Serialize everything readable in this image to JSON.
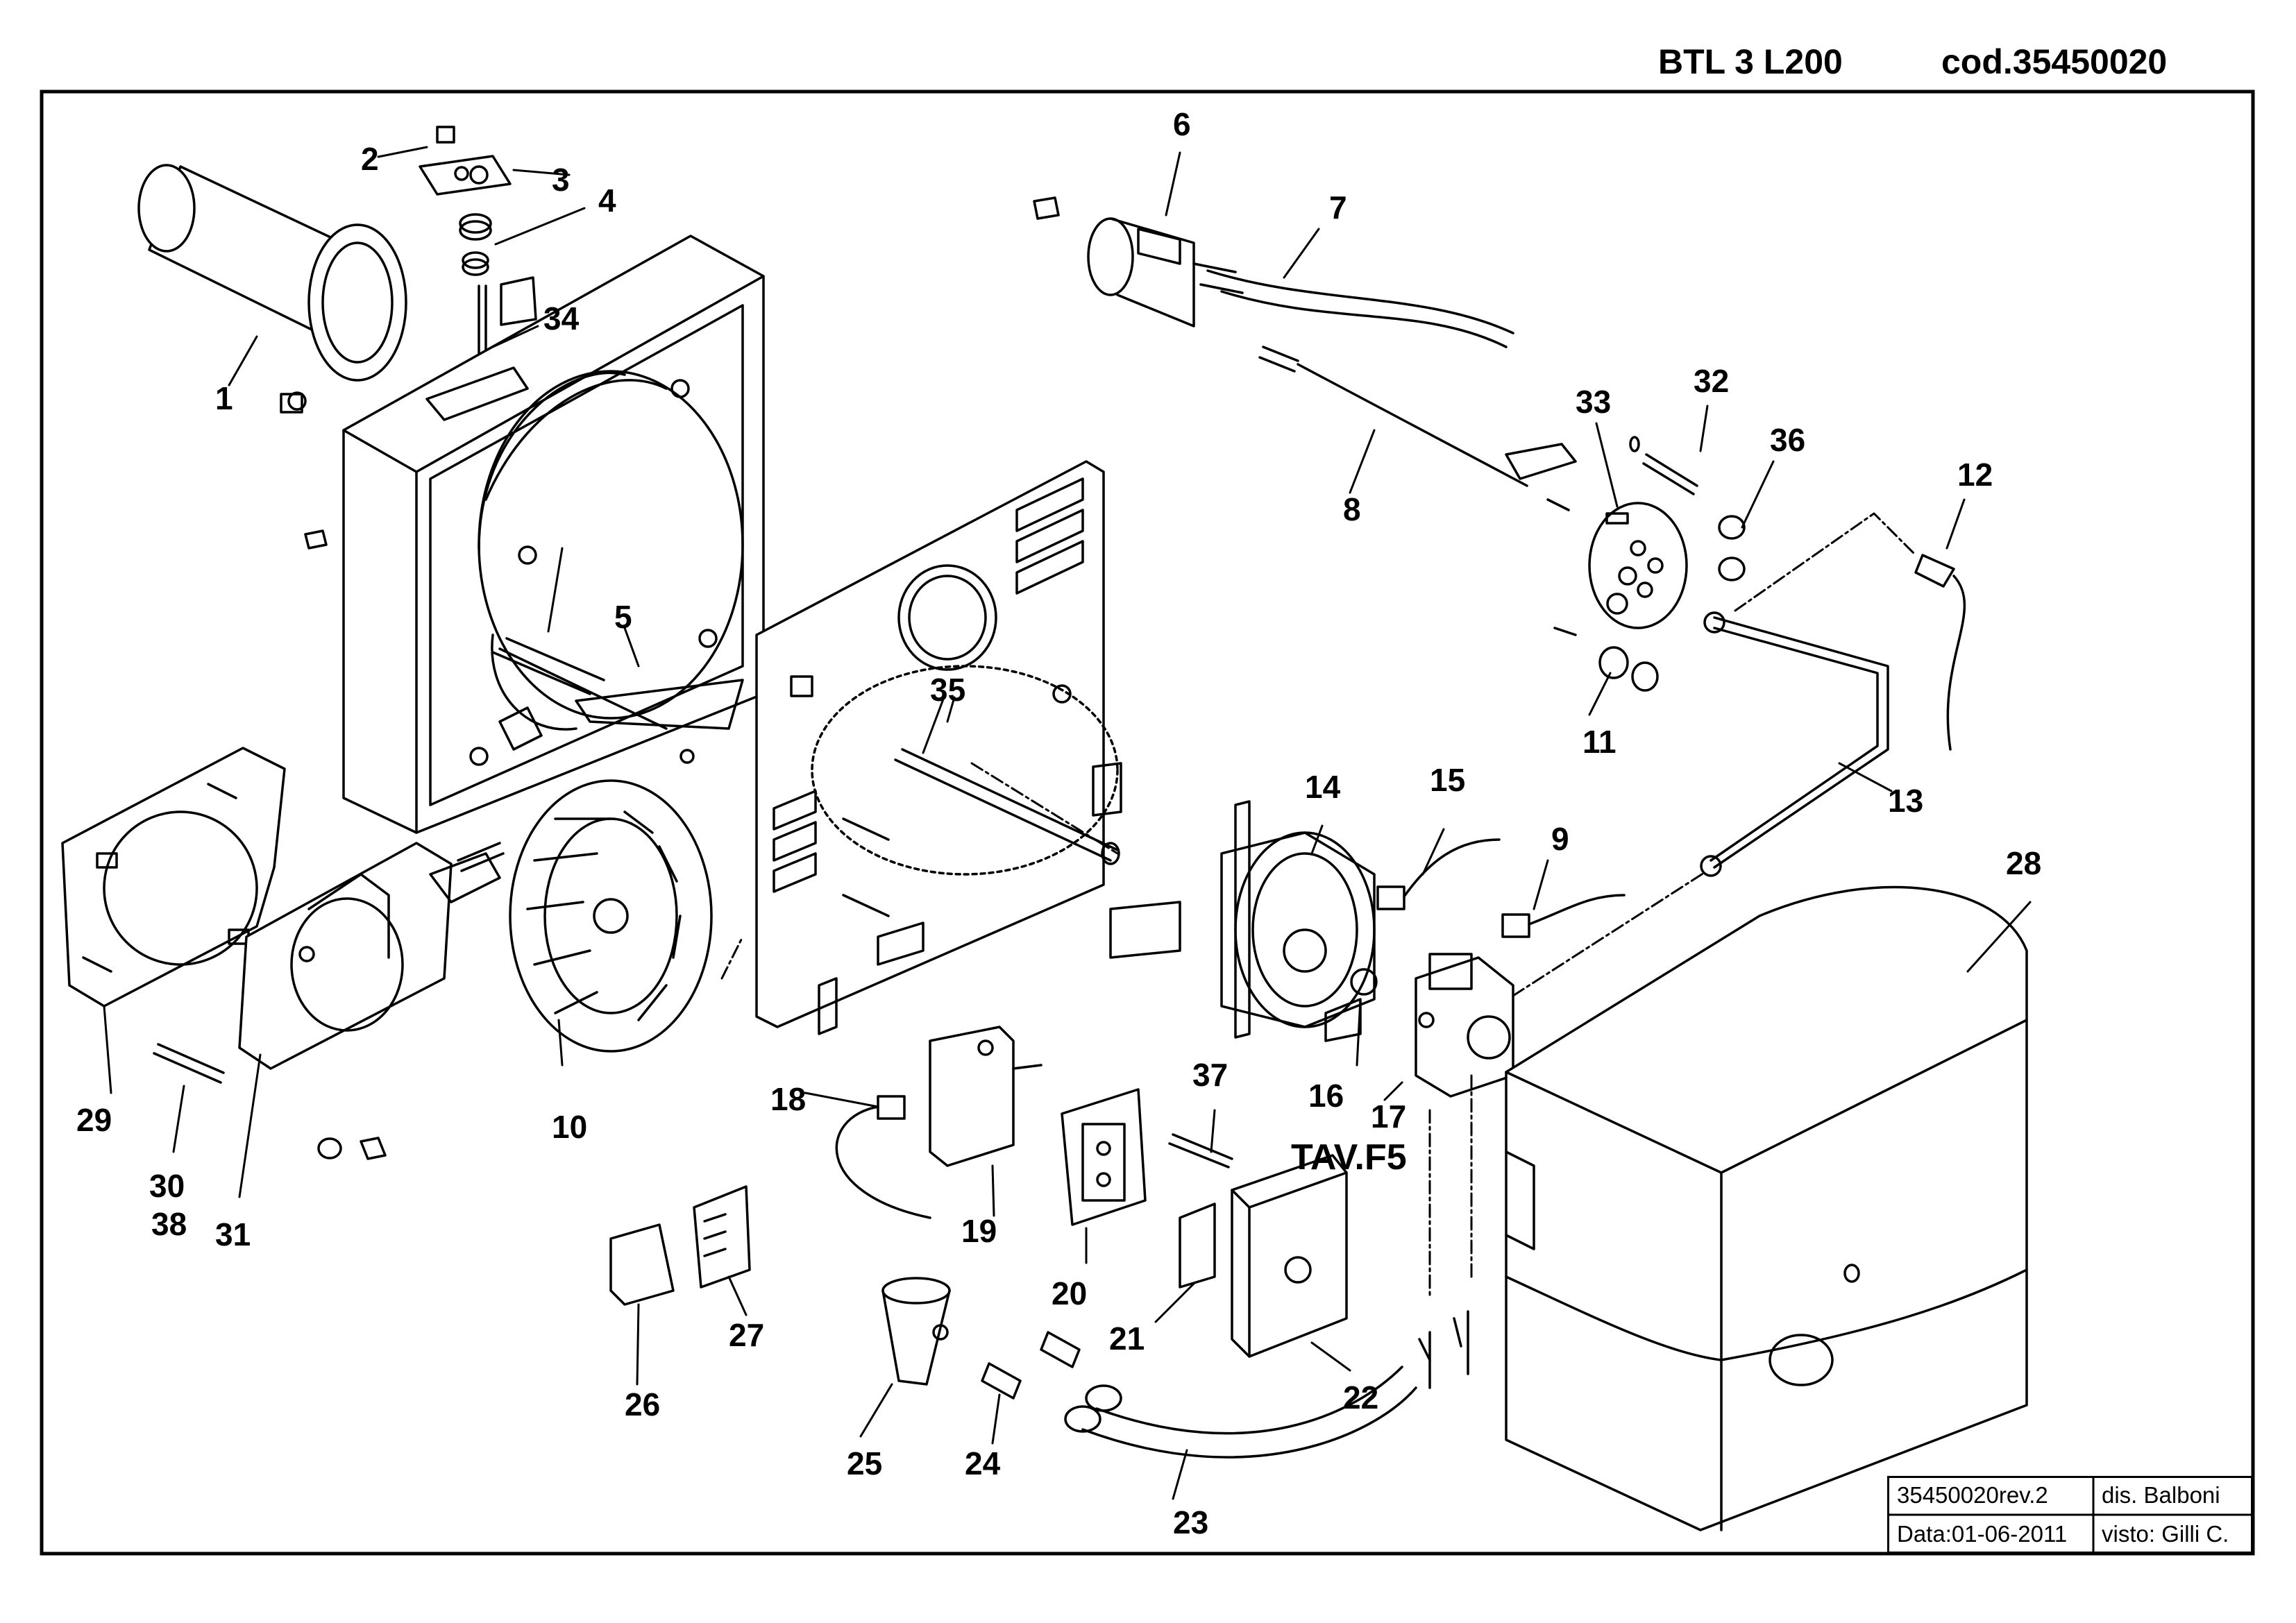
{
  "header": {
    "model": "BTL  3  L200",
    "code": "cod.35450020"
  },
  "diagram": {
    "parts": [
      {
        "n": "1"
      },
      {
        "n": "2"
      },
      {
        "n": "3"
      },
      {
        "n": "4"
      },
      {
        "n": "5"
      },
      {
        "n": "6"
      },
      {
        "n": "7"
      },
      {
        "n": "8"
      },
      {
        "n": "9"
      },
      {
        "n": "10"
      },
      {
        "n": "11"
      },
      {
        "n": "12"
      },
      {
        "n": "13"
      },
      {
        "n": "14"
      },
      {
        "n": "15"
      },
      {
        "n": "16"
      },
      {
        "n": "17"
      },
      {
        "n": "18"
      },
      {
        "n": "19"
      },
      {
        "n": "20"
      },
      {
        "n": "21"
      },
      {
        "n": "22"
      },
      {
        "n": "23"
      },
      {
        "n": "24"
      },
      {
        "n": "25"
      },
      {
        "n": "26"
      },
      {
        "n": "27"
      },
      {
        "n": "28"
      },
      {
        "n": "29"
      },
      {
        "n": "30"
      },
      {
        "n": "31"
      },
      {
        "n": "32"
      },
      {
        "n": "33"
      },
      {
        "n": "34"
      },
      {
        "n": "35"
      },
      {
        "n": "36"
      },
      {
        "n": "37"
      },
      {
        "n": "38"
      }
    ],
    "reference": "TAV.F5"
  },
  "title_block": {
    "drawing_rev": "35450020rev.2",
    "drawn_by": "dis. Balboni",
    "date": "Data:01-06-2011",
    "checked_by": "visto: Gilli C."
  }
}
